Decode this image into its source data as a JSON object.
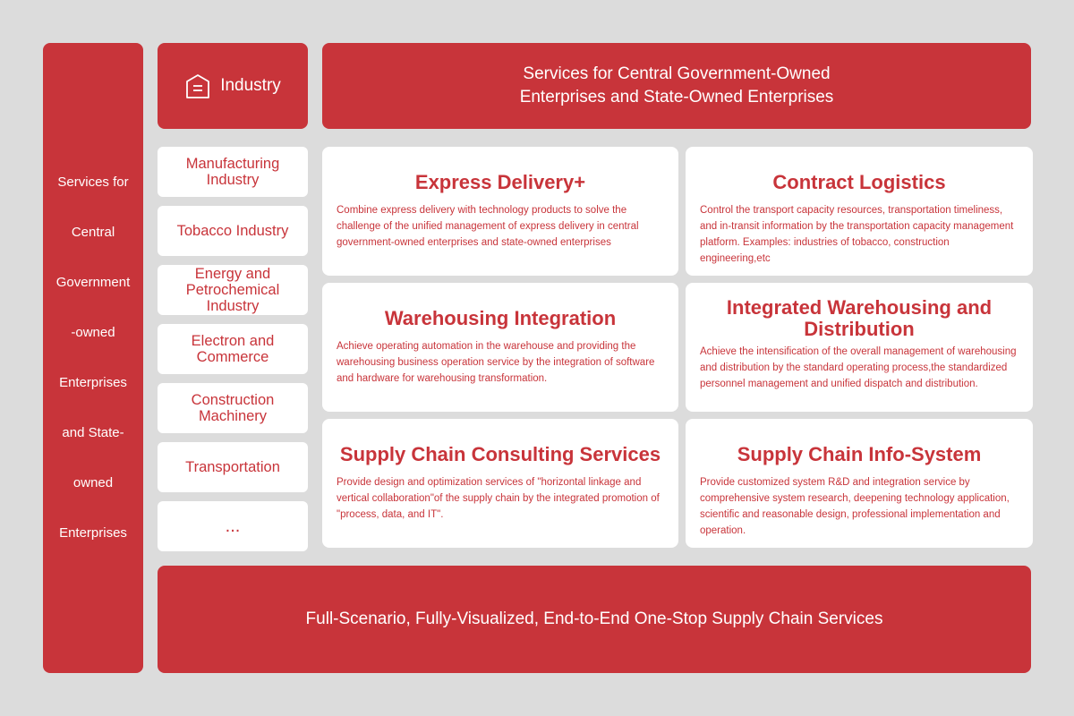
{
  "left_column": {
    "lines": [
      "Services for",
      "Central",
      "Government",
      "-owned",
      "Enterprises",
      "and State-",
      "owned",
      "Enterprises"
    ]
  },
  "industry_header": {
    "label": "Industry",
    "icon": "warehouse-icon"
  },
  "top_header": {
    "line1": "Services for Central Government-Owned",
    "line2": "Enterprises and State-Owned Enterprises"
  },
  "industries": [
    "Manufacturing Industry",
    "Tobacco Industry",
    "Energy and Petrochemical Industry",
    "Electron and Commerce",
    "Construction Machinery",
    "Transportation",
    "..."
  ],
  "services": [
    {
      "title": "Express Delivery+",
      "desc": "Combine express delivery with technology products to solve the challenge of the unified management of express delivery in central government-owned enterprises and state-owned enterprises"
    },
    {
      "title": "Contract Logistics",
      "desc": "Control the transport capacity resources, transportation timeliness, and in-transit information by the transportation capacity management platform. Examples: industries of tobacco, construction engineering,etc"
    },
    {
      "title": "Warehousing Integration",
      "desc": "Achieve operating automation in the warehouse and providing the warehousing business operation service by the integration of software and hardware for warehousing transformation."
    },
    {
      "title": "Integrated Warehousing and Distribution",
      "desc": "Achieve the intensification of the overall management of warehousing and distribution by the standard operating process,the standardized personnel management and unified dispatch and distribution."
    },
    {
      "title": "Supply Chain Consulting Services",
      "desc": "Provide design and optimization services of \"horizontal linkage and vertical collaboration\"of the supply chain by the integrated promotion of \"process, data, and IT\"."
    },
    {
      "title": "Supply Chain Info-System",
      "desc": "Provide customized system R&D and integration service by comprehensive system research, deepening technology application, scientific and reasonable design, professional implementation and operation."
    }
  ],
  "bottom_bar": {
    "label": "Full-Scenario, Fully-Visualized, End-to-End One-Stop Supply Chain Services"
  },
  "colors": {
    "accent": "#c8343a",
    "background": "#dcdcdc",
    "card": "#ffffff"
  }
}
